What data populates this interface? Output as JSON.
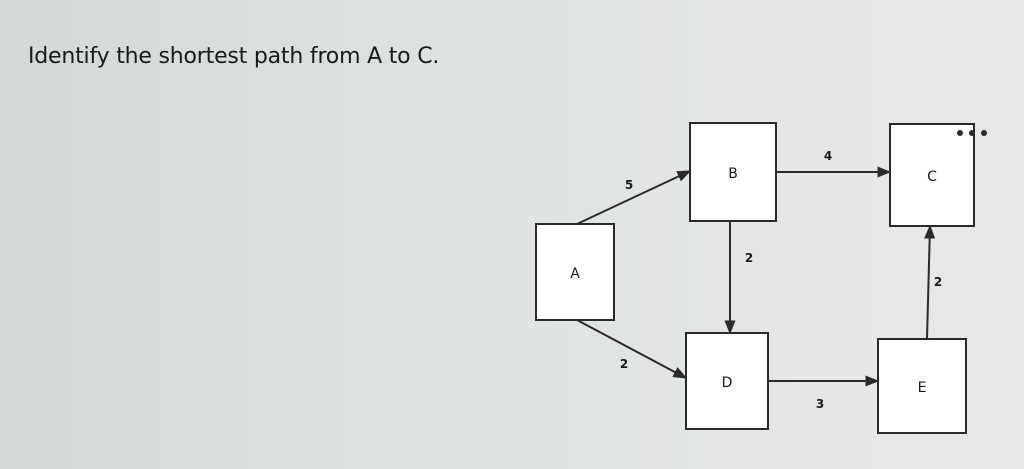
{
  "question": {
    "text": "Identify the shortest path from A to C."
  },
  "diagram": {
    "nodes": [
      {
        "id": "A",
        "label": "A"
      },
      {
        "id": "B",
        "label": "B"
      },
      {
        "id": "C",
        "label": "C"
      },
      {
        "id": "D",
        "label": "D"
      },
      {
        "id": "E",
        "label": "E"
      }
    ],
    "edges": [
      {
        "from": "A",
        "to": "B",
        "weight": "5"
      },
      {
        "from": "A",
        "to": "D",
        "weight": "2"
      },
      {
        "from": "B",
        "to": "C",
        "weight": "4"
      },
      {
        "from": "B",
        "to": "D",
        "weight": "2"
      },
      {
        "from": "D",
        "to": "E",
        "weight": "3"
      },
      {
        "from": "E",
        "to": "C",
        "weight": "2"
      }
    ]
  }
}
